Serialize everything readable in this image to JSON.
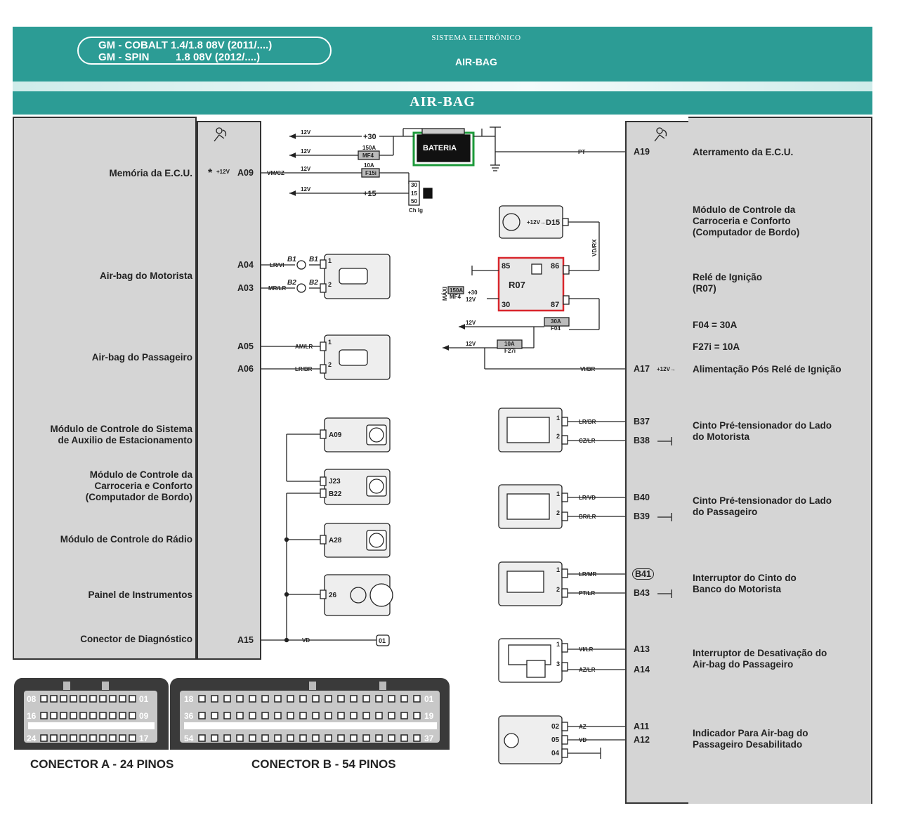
{
  "header": {
    "vehicle_line_1": "GM - COBALT 1.4/1.8 08V (2011/....)",
    "vehicle_line_2": "GM - SPIN         1.8 08V (2012/....)",
    "system_label": "SISTEMA ELETRÔNICO",
    "system_title": "AIR-BAG",
    "section_title": "AIR-BAG"
  },
  "left_labels": [
    {
      "text": "Memória da E.C.U."
    },
    {
      "text": "Air-bag do Motorista"
    },
    {
      "text": "Air-bag do Passageiro"
    },
    {
      "text": "Módulo de Controle do Sistema\nde Auxilio de Estacionamento"
    },
    {
      "text": "Módulo de Controle da\nCarroceria e Conforto\n(Computador de Bordo)"
    },
    {
      "text": "Módulo de Controle do Rádio"
    },
    {
      "text": "Painel de Instrumentos"
    },
    {
      "text": "Conector de Diagnóstico"
    }
  ],
  "right_labels": [
    {
      "text": "Aterramento da E.C.U."
    },
    {
      "text": "Módulo de Controle da\nCarroceria e Conforto\n(Computador de Bordo)"
    },
    {
      "text": "Relé de Ignição\n(R07)"
    },
    {
      "text": "F04 = 30A"
    },
    {
      "text": "F27i = 10A"
    },
    {
      "text": "Alimentação Pós Relé de Ignição"
    },
    {
      "text": "Cinto Pré-tensionador do Lado\ndo Motorista"
    },
    {
      "text": "Cinto Pré-tensionador do Lado\ndo Passageiro"
    },
    {
      "text": "Interruptor do Cinto do\nBanco do Motorista"
    },
    {
      "text": "Interruptor de Desativação do\nAir-bag do Passageiro"
    },
    {
      "text": "Indicador Para Air-bag do\nPassageiro Desabilitado"
    }
  ],
  "left_pins": [
    "A09",
    "A04",
    "A03",
    "A05",
    "A06",
    "A15"
  ],
  "right_pins": [
    "A19",
    "A17",
    "B37",
    "B38",
    "B40",
    "B39",
    "B41",
    "B43",
    "A13",
    "A14",
    "A11",
    "A12"
  ],
  "wires": {
    "a09": "VM/CZ",
    "a04": "LR/VI",
    "a03": "MR/LR",
    "a05": "AM/LR",
    "a06": "LR/BR",
    "a15": "VD",
    "a19": "PT",
    "a17": "VI/BR",
    "b37": "LR/BR",
    "b38": "CZ/LR",
    "b40": "LR/VD",
    "b39": "BR/LR",
    "b41": "LR/MR",
    "b43": "PT/LR",
    "a13": "VI/LR",
    "a14": "AZ/LR",
    "a11": "AZ",
    "a12": "VD",
    "d15": "VD/RX"
  },
  "power": {
    "v12": "12V",
    "plus30": "+30",
    "plus15": "+15",
    "plus12": "+12V",
    "arrow12": "+12V→",
    "fuse_mf4": "MF4",
    "fuse_mf4_amp": "150A",
    "fuse_f15i": "F15i",
    "fuse_f15i_amp": "10A",
    "fuse_f04": "F04",
    "fuse_f04_amp": "30A",
    "fuse_f27i": "F27i",
    "fuse_f27i_amp": "10A",
    "battery": "BATERIA",
    "ign": "Ch Ig",
    "ign_30": "30",
    "ign_15": "15",
    "ign_50": "50",
    "star": "*",
    "maxi": "MÁXI"
  },
  "relay": {
    "name": "R07",
    "p85": "85",
    "p86": "86",
    "p30": "30",
    "p87": "87"
  },
  "modules": {
    "d15": "D15",
    "a09m": "A09",
    "j23": "J23",
    "b22": "B22",
    "a28": "A28",
    "p26": "26",
    "diag": "01",
    "b1": "B1",
    "b2": "B2",
    "p1": "1",
    "p2": "2",
    "p3": "3",
    "p02": "02",
    "p05": "05",
    "p04": "04"
  },
  "connectors": {
    "a_caption": "CONECTOR A - 24 PINOS",
    "b_caption": "CONECTOR B - 54 PINOS",
    "a_r1_l": "08",
    "a_r1_r": "01",
    "a_r2_l": "16",
    "a_r2_r": "09",
    "a_r3_l": "24",
    "a_r3_r": "17",
    "b_r1_l": "18",
    "b_r1_r": "01",
    "b_r2_l": "36",
    "b_r2_r": "19",
    "b_r3_l": "54",
    "b_r3_r": "37"
  },
  "colors": {
    "teal": "#2c9c95",
    "relay_highlight": "#d9262c",
    "battery_highlight": "#1c9a3a",
    "panel": "#d5d5d5"
  }
}
